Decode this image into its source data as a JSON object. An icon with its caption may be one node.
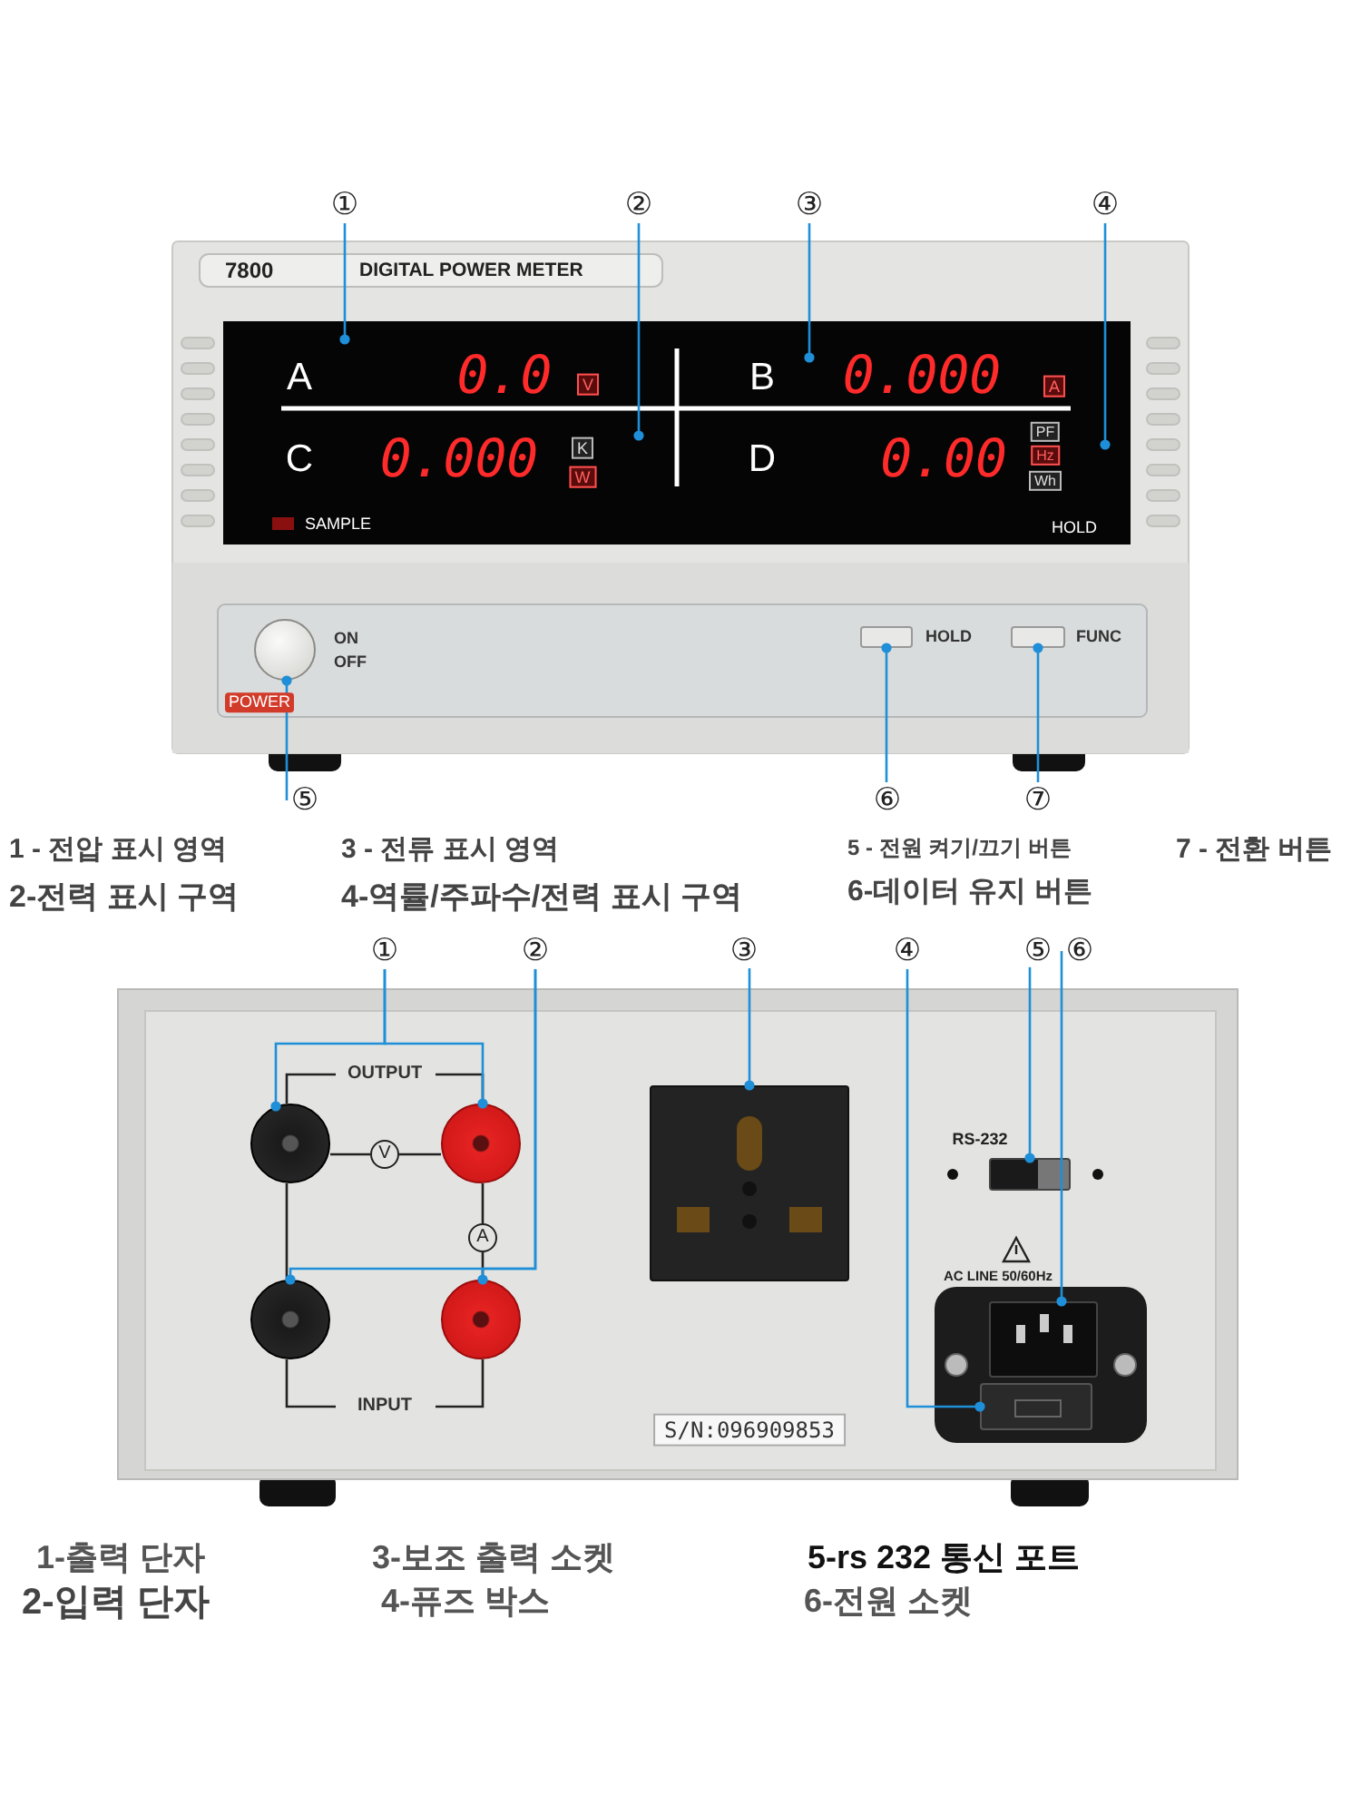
{
  "diagram": {
    "nodes": [
      {
        "text": [
          "①"
        ]
      },
      {
        "text": [
          "②"
        ]
      },
      {
        "text": [
          "③"
        ]
      },
      {
        "text": [
          "④"
        ]
      },
      {
        "text": [
          "⑤"
        ]
      },
      {
        "text": [
          "⑥"
        ]
      },
      {
        "text": [
          "⑦"
        ]
      },
      {
        "text": [],
        "shape": "circle"
      },
      {
        "text": [],
        "shape": "box",
        "beside": [
          "HOLD"
        ]
      },
      {
        "text": [],
        "shape": "box",
        "beside": [
          "FUNC"
        ]
      },
      {
        "text": [
          "①"
        ]
      },
      {
        "text": [
          "②"
        ]
      },
      {
        "text": [
          "③"
        ]
      },
      {
        "text": [
          "④"
        ]
      },
      {
        "text": [
          "⑤"
        ]
      },
      {
        "text": [
          "⑥"
        ]
      },
      {
        "text": [],
        "shape": "circle"
      },
      {
        "text": [],
        "shape": "circle"
      },
      {
        "text": [],
        "shape": "circle"
      },
      {
        "text": [],
        "shape": "circle"
      },
      {
        "text": [],
        "shape": "box"
      },
      {
        "text": [],
        "shape": "box"
      },
      {
        "text": [],
        "shape": "box"
      },
      {
        "text": [],
        "shape": "box"
      }
    ],
    "edges": [
      {
        "from": 0,
        "to": null,
        "arrow": "other"
      },
      {
        "from": 1,
        "to": null,
        "arrow": "other"
      },
      {
        "from": 2,
        "to": null,
        "arrow": "other"
      },
      {
        "from": 3,
        "to": null,
        "arrow": "other"
      },
      {
        "from": 4,
        "to": 7,
        "arrow": "other"
      },
      {
        "from": 5,
        "to": 8,
        "arrow": "other"
      },
      {
        "from": 6,
        "to": 9,
        "arrow": "other"
      },
      {
        "from": 10,
        "to": 16,
        "arrow": "other"
      },
      {
        "from": 10,
        "to": 17,
        "arrow": "other"
      },
      {
        "from": 11,
        "to": 18,
        "arrow": "other"
      },
      {
        "from": 11,
        "to": 19,
        "arrow": "other"
      },
      {
        "from": 12,
        "to": 20,
        "arrow": "other"
      },
      {
        "from": 13,
        "to": 21,
        "arrow": "other"
      },
      {
        "from": 14,
        "to": 22,
        "arrow": "other"
      },
      {
        "from": 15,
        "to": 23,
        "arrow": "other"
      }
    ],
    "labels": [
      "7800",
      "DIGITAL POWER METER",
      "A",
      "0.0",
      "V",
      "B",
      "0.000",
      "A",
      "C",
      "0.000",
      "K",
      "W",
      "D",
      "0.00",
      "PF",
      "Hz",
      "Wh",
      "SAMPLE",
      "HOLD",
      "ON",
      "OFF",
      "POWER",
      "1 - 전압 표시 영역",
      "3 - 전류 표시 영역",
      "5 - 전원 켜기/끄기 버튼",
      "7 - 전환 버튼",
      "2-전력 표시 구역",
      "4-역률/주파수/전력 표시 구역",
      "6-데이터 유지 버튼",
      "OUTPUT",
      "V",
      "A",
      "INPUT",
      "RS-232",
      "AC LINE 50/60Hz",
      "S/N:096909853",
      "1-출력 단자",
      "3-보조 출력 소켓",
      "5-rs 232 통신 포트",
      "2-입력 단자",
      "4-퓨즈 박스",
      "6-전원 소켓"
    ]
  }
}
